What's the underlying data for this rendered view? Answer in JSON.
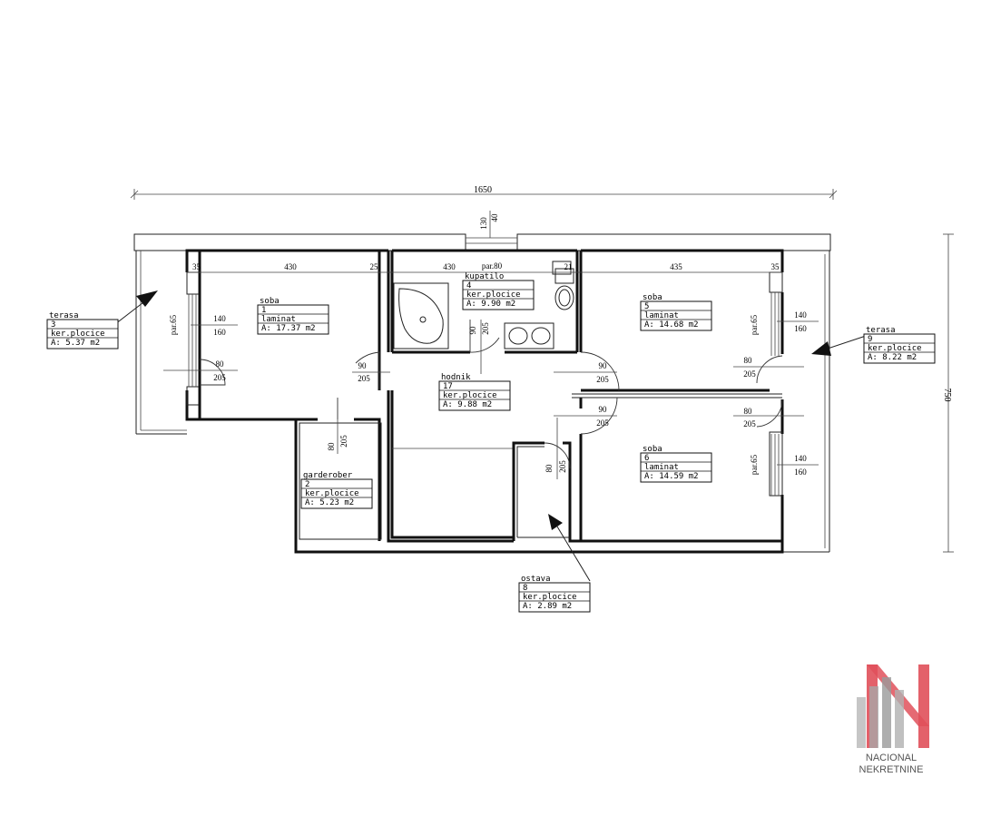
{
  "plan": {
    "overall_width": "1650",
    "overall_height": "750",
    "top_dims": [
      "35",
      "430",
      "25",
      "430",
      "par.80",
      "21",
      "435",
      "35"
    ],
    "vertical_top_dims": [
      "130",
      "40"
    ],
    "door_dims": {
      "soba1_door": [
        "80",
        "205"
      ],
      "soba1_inner": [
        "90",
        "205"
      ],
      "garderober_door": [
        "80",
        "205"
      ],
      "kupatilo_door": [
        "90",
        "205"
      ],
      "soba5_door": [
        "90",
        "205"
      ],
      "soba6_door": [
        "90",
        "205"
      ],
      "soba5_terasa": [
        "80",
        "205"
      ],
      "soba6_terasa": [
        "80",
        "205"
      ],
      "ostava_door": [
        "80",
        "205"
      ]
    },
    "window_dims": {
      "left": {
        "sill": "par.65",
        "w": "140",
        "h": "160"
      },
      "right_top": {
        "sill": "par.65",
        "w": "140",
        "h": "160"
      },
      "right_bottom": {
        "sill": "par.65",
        "w": "140",
        "h": "160"
      }
    },
    "rooms": [
      {
        "name": "soba",
        "num": "1",
        "floor": "laminat",
        "area": "A: 17.37 m2"
      },
      {
        "name": "kupatilo",
        "num": "4",
        "floor": "ker.plocice",
        "area": "A: 9.90 m2"
      },
      {
        "name": "soba",
        "num": "5",
        "floor": "laminat",
        "area": "A: 14.68 m2"
      },
      {
        "name": "hodnik",
        "num": "17",
        "floor": "ker.plocice",
        "area": "A: 9.88 m2"
      },
      {
        "name": "soba",
        "num": "6",
        "floor": "laminat",
        "area": "A: 14.59 m2"
      },
      {
        "name": "garderober",
        "num": "2",
        "floor": "ker.plocice",
        "area": "A: 5.23 m2"
      },
      {
        "name": "terasa",
        "num": "3",
        "floor": "ker.plocice",
        "area": "A: 5.37 m2"
      },
      {
        "name": "terasa",
        "num": "9",
        "floor": "ker.plocice",
        "area": "A: 8.22 m2"
      },
      {
        "name": "ostava",
        "num": "8",
        "floor": "ker.plocice",
        "area": "A: 2.89 m2"
      }
    ]
  },
  "logo": {
    "line1": "NACIONAL",
    "line2": "NEKRETNINE",
    "accent_color": "#e0505a"
  }
}
